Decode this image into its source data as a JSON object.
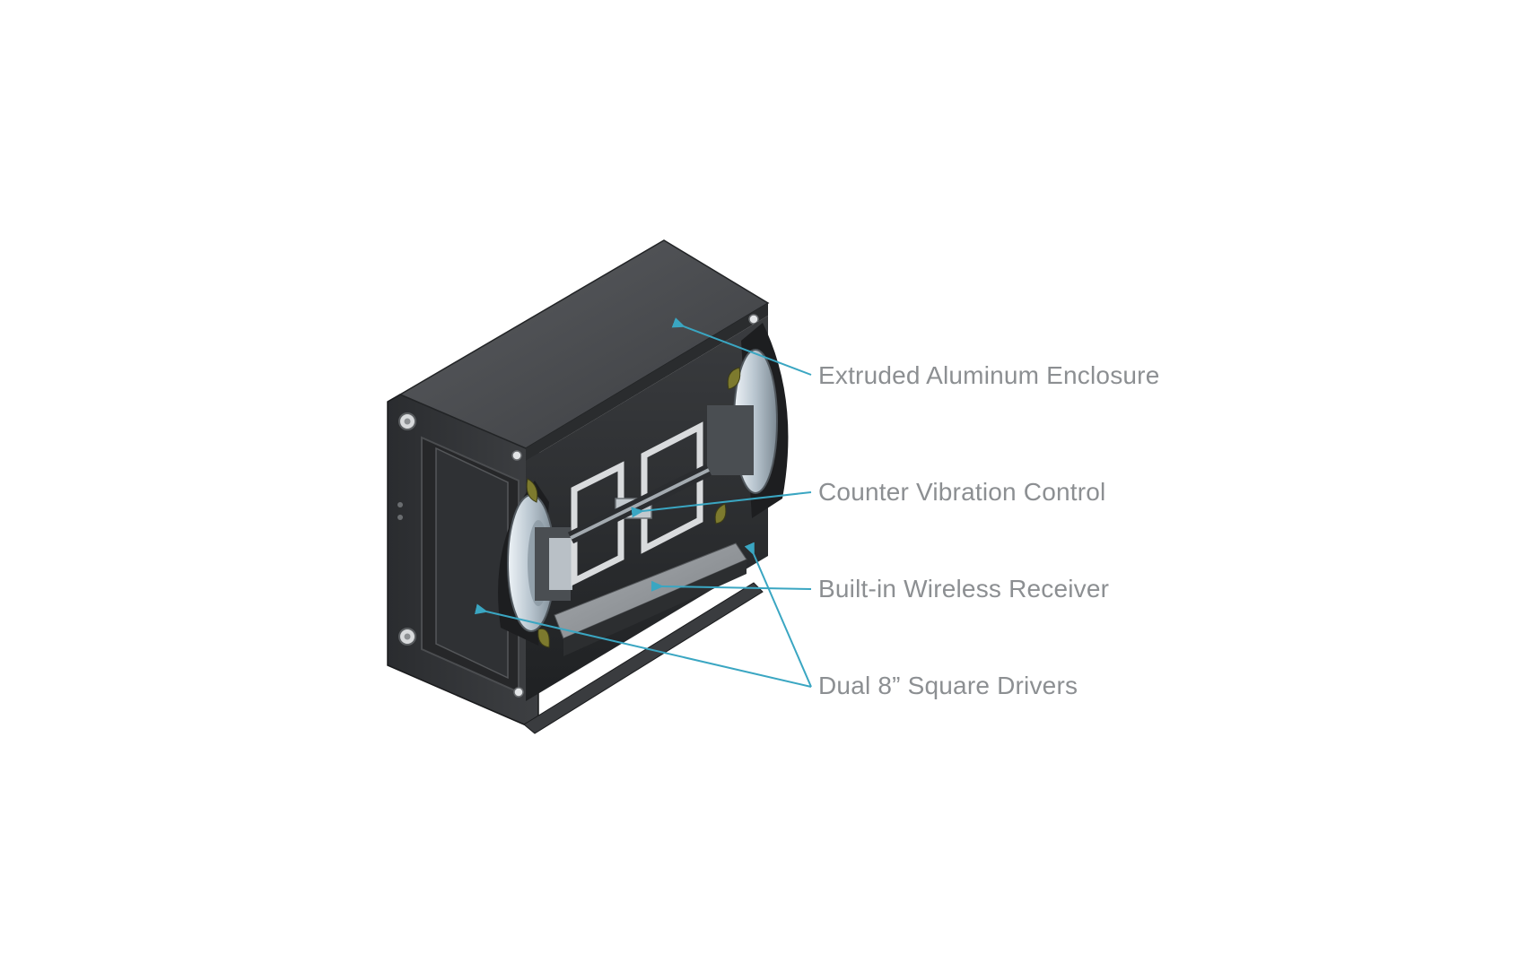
{
  "diagram": {
    "subject": "speaker-cutaway",
    "callouts": [
      {
        "id": "enclosure",
        "label": "Extruded Aluminum Enclosure"
      },
      {
        "id": "vibration",
        "label": "Counter Vibration Control"
      },
      {
        "id": "receiver",
        "label": "Built-in Wireless Receiver"
      },
      {
        "id": "drivers",
        "label": "Dual 8” Square Drivers"
      }
    ],
    "colors": {
      "background": "#ffffff",
      "label_text": "#8c8f92",
      "leader_line": "#3aa6c2",
      "enclosure_dark": "#2e3033",
      "enclosure_top": "#4a4c4f",
      "driver_cone": "#c9d6df",
      "surround": "#6b6a2a"
    }
  }
}
